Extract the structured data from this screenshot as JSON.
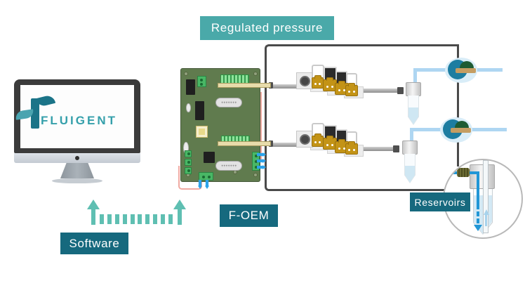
{
  "labels": {
    "regulated_pressure": "Regulated pressure",
    "f_oem": "F-OEM",
    "software": "Software",
    "reservoirs": "Reservoirs"
  },
  "monitor": {
    "brand_text": "FLUIGENT"
  },
  "icons": [
    "monitor-icon",
    "up-arrow-icon",
    "dashed-signal-icon",
    "circuit-board-icon",
    "pressure-regulator-icon",
    "solenoid-valve-icon",
    "reservoir-tube-icon",
    "flow-unit-icon",
    "magnifier-detail-circle-icon"
  ],
  "colors": {
    "label_teal": "#4aa9a9",
    "label_dark_teal": "#16697e",
    "arrow_teal": "#5fbfb2",
    "pcb_green": "#607b4e",
    "valve_gold": "#c39316",
    "pressure_line_dark": "#4a4a4a",
    "liquid_tube_blue": "#aed6f2",
    "detail_blue": "#2196d6",
    "logo_teal": "#35a0ab",
    "flow_unit_blue": "#1d7da1",
    "flow_unit_green": "#1e5b33",
    "flow_unit_tan": "#c59d62"
  }
}
